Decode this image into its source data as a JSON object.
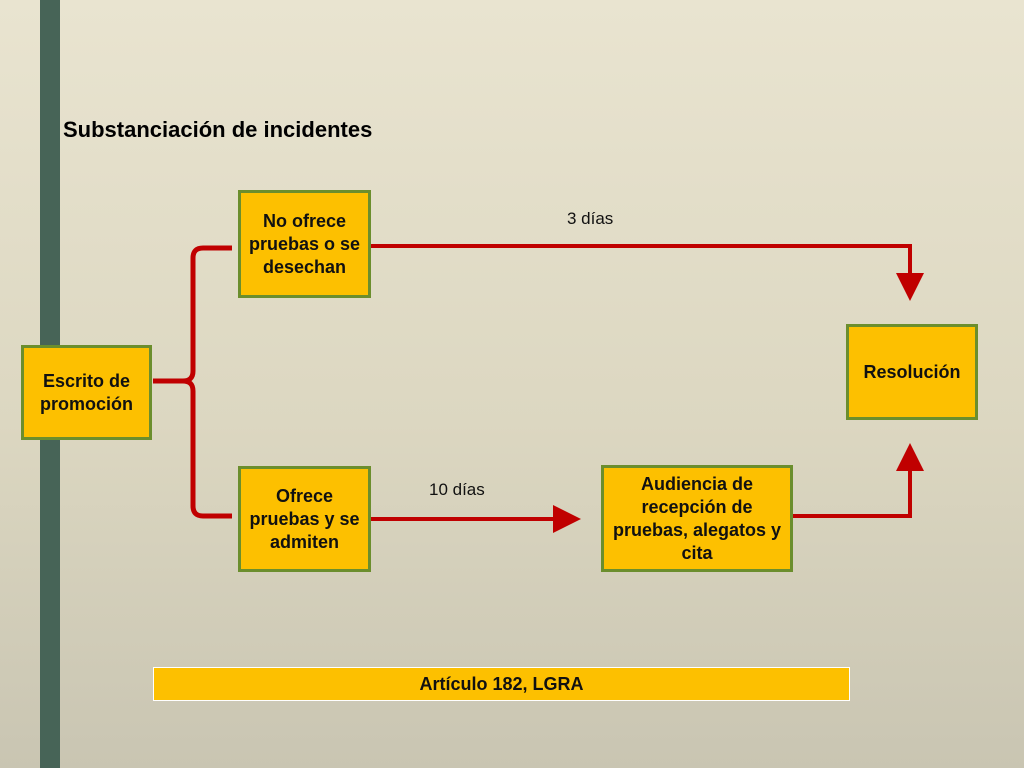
{
  "title": "Substanciación de incidentes",
  "colors": {
    "box_fill": "#fdc000",
    "box_border": "#6b8e2d",
    "arrow": "#c00000",
    "side_bar": "#476457"
  },
  "nodes": {
    "escrito": "Escrito de promoción",
    "no_ofrece": "No ofrece pruebas o se desechan",
    "ofrece": "Ofrece pruebas y se admiten",
    "audiencia": "Audiencia de recepción de pruebas, alegatos y cita",
    "resolucion": "Resolución"
  },
  "edges": {
    "top_label": "3 días",
    "bottom_label": "10 días"
  },
  "footer": "Artículo 182, LGRA"
}
